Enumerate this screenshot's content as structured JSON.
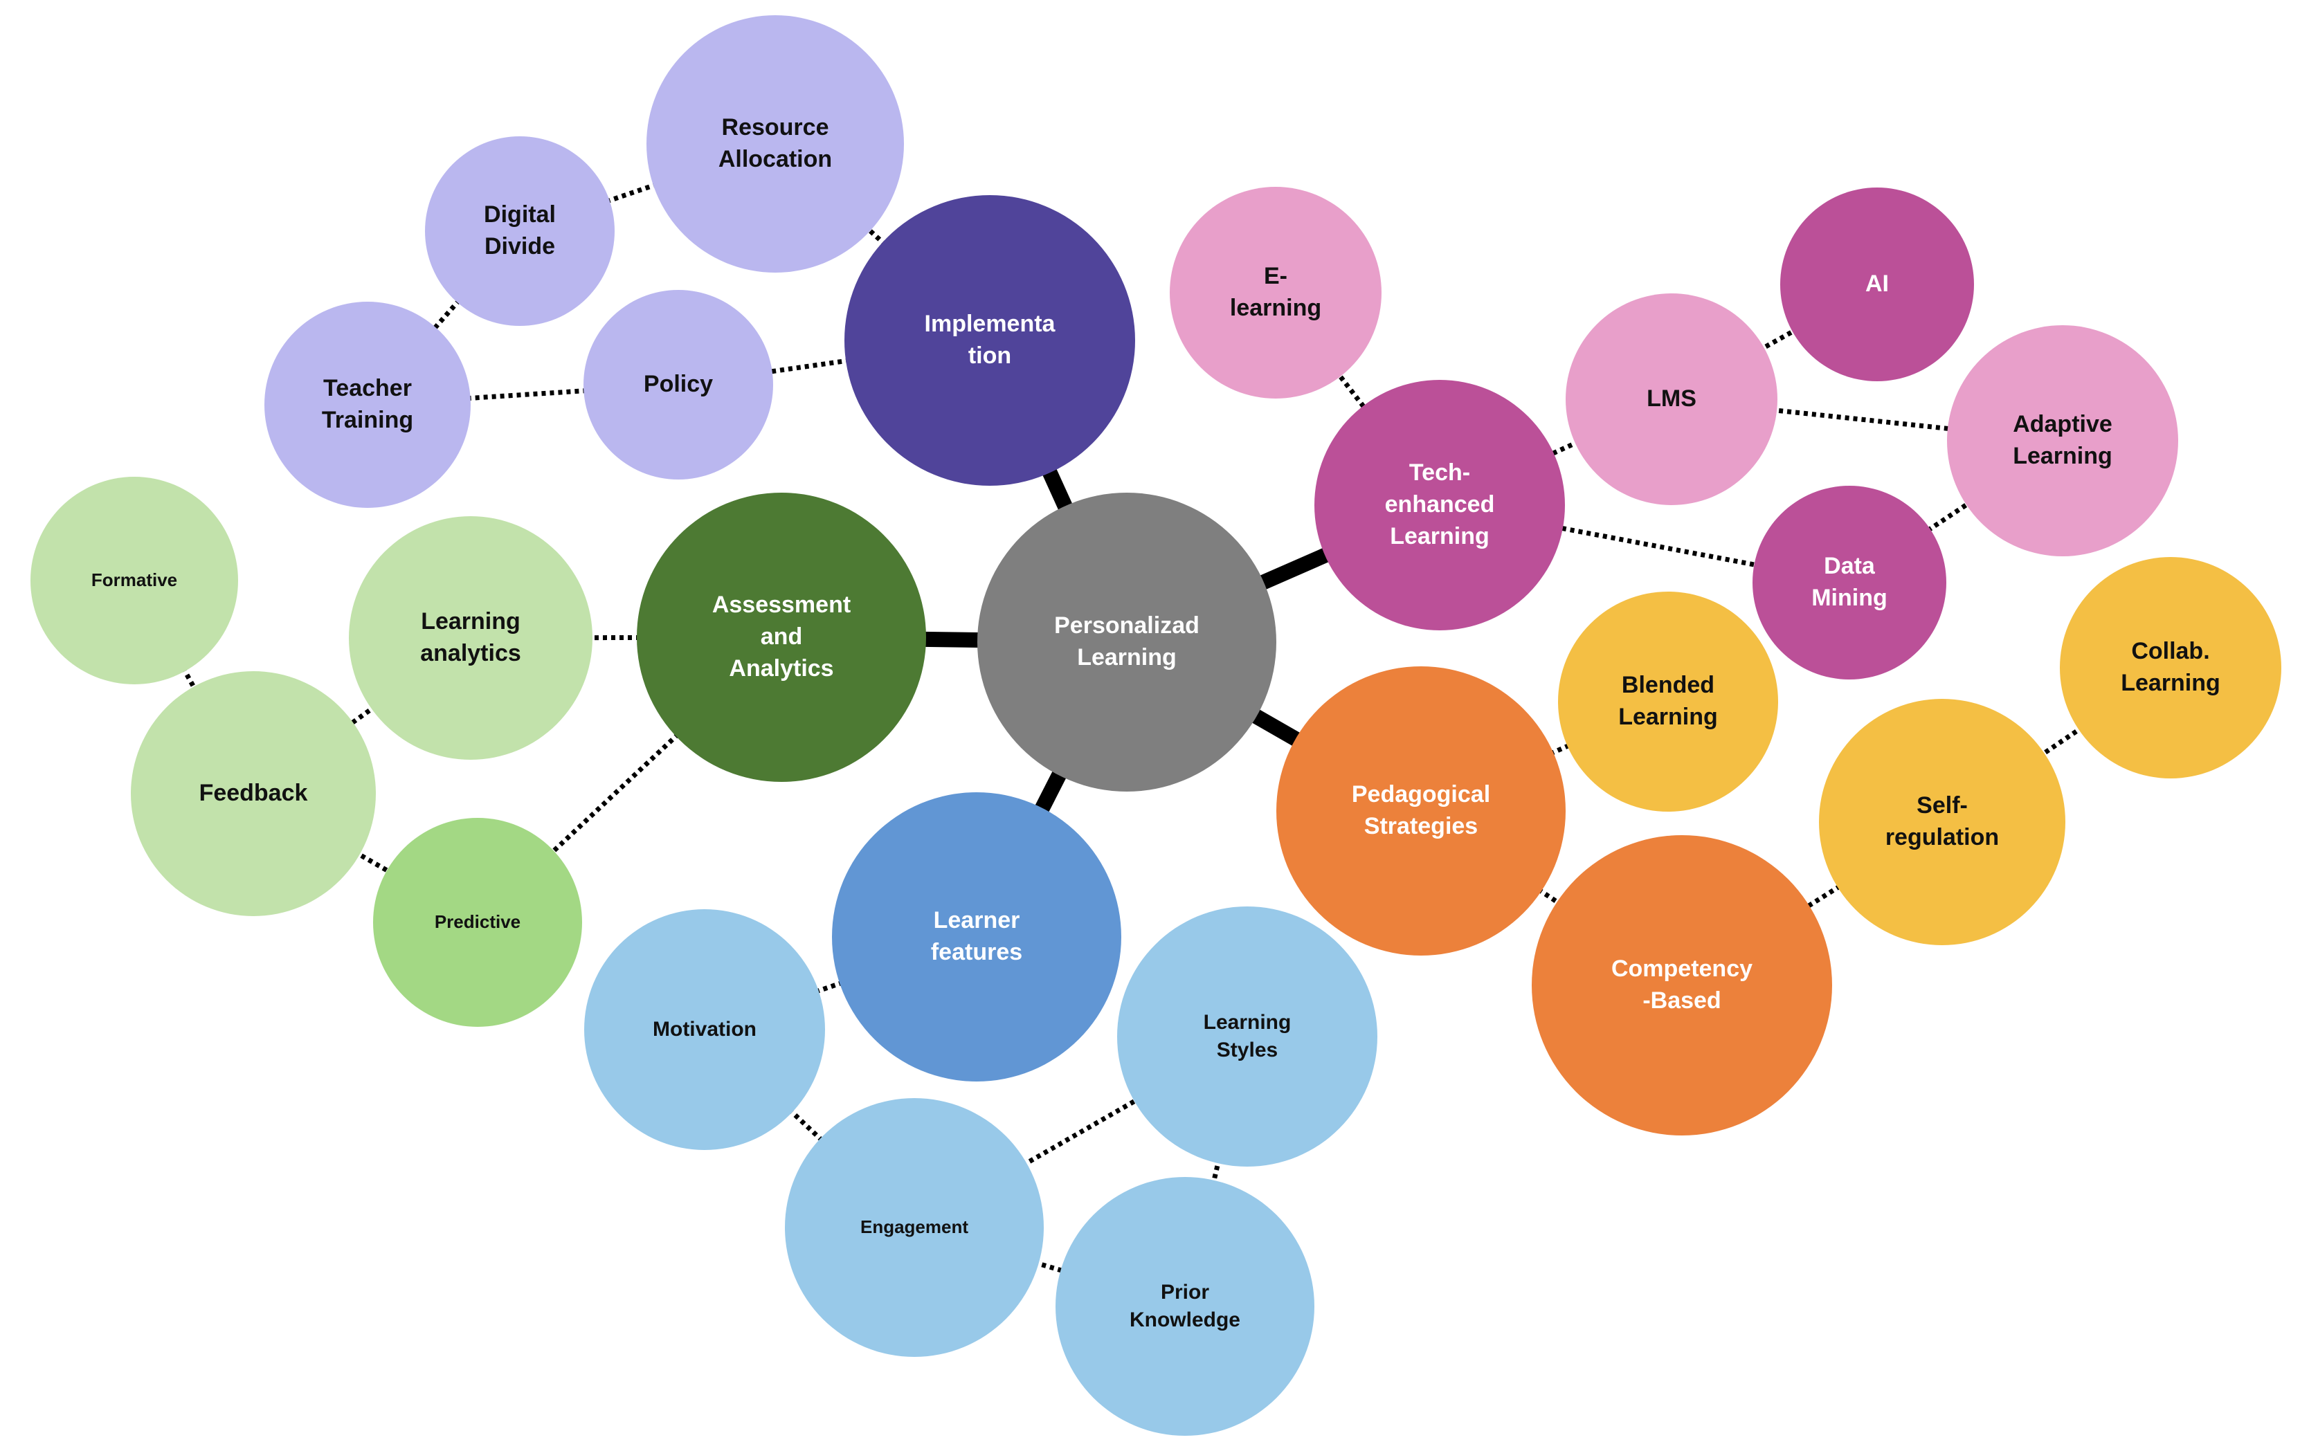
{
  "palette": {
    "center": "#7f7f7f",
    "implementation_main": "#50449a",
    "implementation_leaf": "#bab7ef",
    "assessment_main": "#4d7a33",
    "assessment_leaf": "#c2e2ab",
    "assessment_leaf_alt": "#a3d884",
    "learner_main": "#6196d4",
    "learner_leaf": "#98c9e9",
    "tech_main": "#bb5098",
    "tech_leaf": "#e89fca",
    "pedagogy_main": "#ec813b",
    "pedagogy_leaf": "#f4bf44",
    "text_light": "#ffffff",
    "text_dark": "#111111",
    "strong_link": "#000000",
    "weak_link": "#000000"
  },
  "nodes": [
    {
      "id": "personalized",
      "label": "Personalizad\nLearning",
      "color": "center",
      "text": "text_light"
    },
    {
      "id": "implementation",
      "label": "Implementa\ntion",
      "color": "implementation_main",
      "text": "text_light"
    },
    {
      "id": "resource",
      "label": "Resource\nAllocation",
      "color": "implementation_leaf",
      "text": "text_dark"
    },
    {
      "id": "digital",
      "label": "Digital\nDivide",
      "color": "implementation_leaf",
      "text": "text_dark"
    },
    {
      "id": "teacher",
      "label": "Teacher\nTraining",
      "color": "implementation_leaf",
      "text": "text_dark"
    },
    {
      "id": "policy",
      "label": "Policy",
      "color": "implementation_leaf",
      "text": "text_dark"
    },
    {
      "id": "assessment",
      "label": "Assessment\nand\nAnalytics",
      "color": "assessment_main",
      "text": "text_light"
    },
    {
      "id": "analytics",
      "label": "Learning\nanalytics",
      "color": "assessment_leaf",
      "text": "text_dark"
    },
    {
      "id": "formative",
      "label": "Formative",
      "color": "assessment_leaf",
      "text": "text_dark"
    },
    {
      "id": "feedback",
      "label": "Feedback",
      "color": "assessment_leaf",
      "text": "text_dark"
    },
    {
      "id": "predictive",
      "label": "Predictive",
      "color": "assessment_leaf_alt",
      "text": "text_dark"
    },
    {
      "id": "learner",
      "label": "Learner\nfeatures",
      "color": "learner_main",
      "text": "text_light"
    },
    {
      "id": "motivation",
      "label": "Motivation",
      "color": "learner_leaf",
      "text": "text_dark"
    },
    {
      "id": "engagement",
      "label": "Engagement",
      "color": "learner_leaf",
      "text": "text_dark"
    },
    {
      "id": "styles",
      "label": "Learning\nStyles",
      "color": "learner_leaf",
      "text": "text_dark"
    },
    {
      "id": "prior",
      "label": "Prior\nKnowledge",
      "color": "learner_leaf",
      "text": "text_dark"
    },
    {
      "id": "tech",
      "label": "Tech-\nenhanced\nLearning",
      "color": "tech_main",
      "text": "text_light"
    },
    {
      "id": "elearning",
      "label": "E-\nlearning",
      "color": "tech_leaf",
      "text": "text_dark"
    },
    {
      "id": "lms",
      "label": "LMS",
      "color": "tech_leaf",
      "text": "text_dark"
    },
    {
      "id": "ai",
      "label": "AI",
      "color": "tech_main",
      "text": "text_light"
    },
    {
      "id": "adaptive",
      "label": "Adaptive\nLearning",
      "color": "tech_leaf",
      "text": "text_dark"
    },
    {
      "id": "mining",
      "label": "Data\nMining",
      "color": "tech_main",
      "text": "text_light"
    },
    {
      "id": "pedagogy",
      "label": "Pedagogical\nStrategies",
      "color": "pedagogy_main",
      "text": "text_light"
    },
    {
      "id": "blended",
      "label": "Blended\nLearning",
      "color": "pedagogy_leaf",
      "text": "text_dark"
    },
    {
      "id": "competency",
      "label": "Competency\n-Based",
      "color": "pedagogy_main",
      "text": "text_light"
    },
    {
      "id": "selfreg",
      "label": "Self-\nregulation",
      "color": "pedagogy_leaf",
      "text": "text_dark"
    },
    {
      "id": "collab",
      "label": "Collab.\nLearning",
      "color": "pedagogy_leaf",
      "text": "text_dark"
    }
  ],
  "links": [
    {
      "from": "personalized",
      "to": "implementation",
      "style": "strong"
    },
    {
      "from": "personalized",
      "to": "assessment",
      "style": "strong"
    },
    {
      "from": "personalized",
      "to": "learner",
      "style": "strong"
    },
    {
      "from": "personalized",
      "to": "tech",
      "style": "strong"
    },
    {
      "from": "personalized",
      "to": "pedagogy",
      "style": "strong"
    },
    {
      "from": "implementation",
      "to": "resource",
      "style": "dotted"
    },
    {
      "from": "implementation",
      "to": "policy",
      "style": "dotted"
    },
    {
      "from": "resource",
      "to": "digital",
      "style": "dotted"
    },
    {
      "from": "digital",
      "to": "teacher",
      "style": "dotted"
    },
    {
      "from": "teacher",
      "to": "policy",
      "style": "dotted"
    },
    {
      "from": "assessment",
      "to": "analytics",
      "style": "dotted"
    },
    {
      "from": "assessment",
      "to": "predictive",
      "style": "dotted"
    },
    {
      "from": "analytics",
      "to": "feedback",
      "style": "dotted"
    },
    {
      "from": "formative",
      "to": "feedback",
      "style": "dotted"
    },
    {
      "from": "feedback",
      "to": "predictive",
      "style": "dotted"
    },
    {
      "from": "learner",
      "to": "motivation",
      "style": "dotted"
    },
    {
      "from": "motivation",
      "to": "engagement",
      "style": "dotted"
    },
    {
      "from": "engagement",
      "to": "styles",
      "style": "dotted"
    },
    {
      "from": "engagement",
      "to": "prior",
      "style": "dotted"
    },
    {
      "from": "styles",
      "to": "prior",
      "style": "dotted"
    },
    {
      "from": "tech",
      "to": "elearning",
      "style": "dotted"
    },
    {
      "from": "tech",
      "to": "lms",
      "style": "dotted"
    },
    {
      "from": "tech",
      "to": "mining",
      "style": "dotted"
    },
    {
      "from": "lms",
      "to": "ai",
      "style": "dotted"
    },
    {
      "from": "lms",
      "to": "adaptive",
      "style": "dotted"
    },
    {
      "from": "adaptive",
      "to": "mining",
      "style": "dotted"
    },
    {
      "from": "pedagogy",
      "to": "blended",
      "style": "dotted"
    },
    {
      "from": "pedagogy",
      "to": "competency",
      "style": "dotted"
    },
    {
      "from": "competency",
      "to": "selfreg",
      "style": "dotted"
    },
    {
      "from": "selfreg",
      "to": "collab",
      "style": "dotted"
    }
  ]
}
